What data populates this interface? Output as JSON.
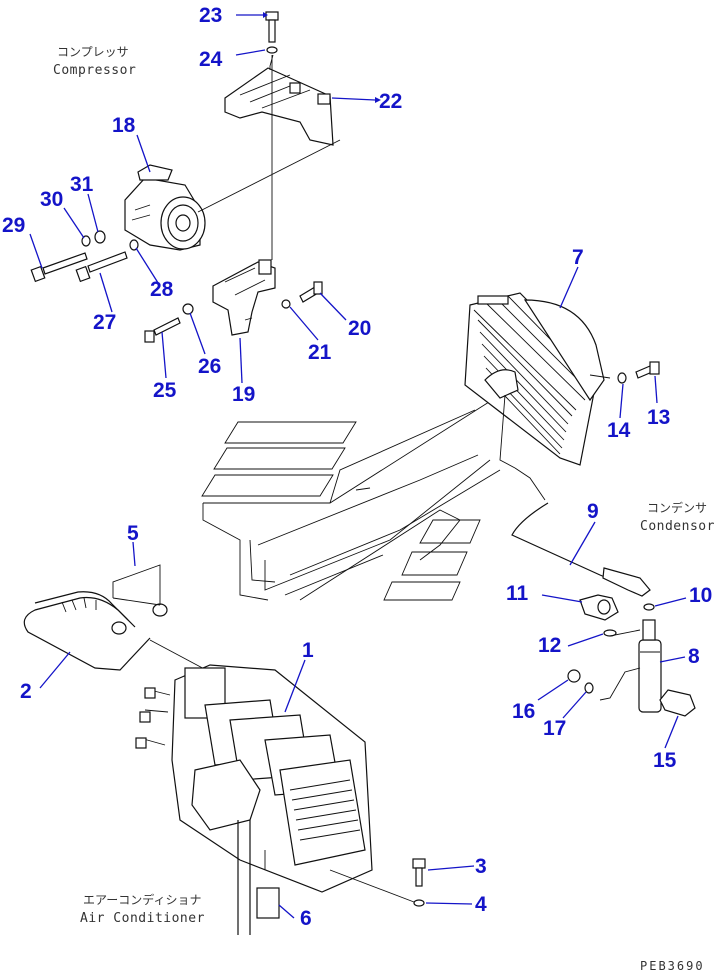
{
  "labels": {
    "compressor_jp": "コンプレッサ",
    "compressor_en": "Compressor",
    "condensor_jp": "コンデンサ",
    "condensor_en": "Condensor",
    "aircon_jp": "エアーコンディショナ",
    "aircon_en": "Air Conditioner",
    "drawing_code": "PEB3690"
  },
  "parts": {
    "p1": "1",
    "p2": "2",
    "p3": "3",
    "p4": "4",
    "p5": "5",
    "p6": "6",
    "p7": "7",
    "p8": "8",
    "p9": "9",
    "p10": "10",
    "p11": "11",
    "p12": "12",
    "p13": "13",
    "p14": "14",
    "p15": "15",
    "p16": "16",
    "p17": "17",
    "p18": "18",
    "p19": "19",
    "p20": "20",
    "p21": "21",
    "p22": "22",
    "p23": "23",
    "p24": "24",
    "p25": "25",
    "p26": "26",
    "p27": "27",
    "p28": "28",
    "p29": "29",
    "p30": "30",
    "p31": "31"
  },
  "colors": {
    "callout": "#1414c8",
    "line": "#111111"
  }
}
